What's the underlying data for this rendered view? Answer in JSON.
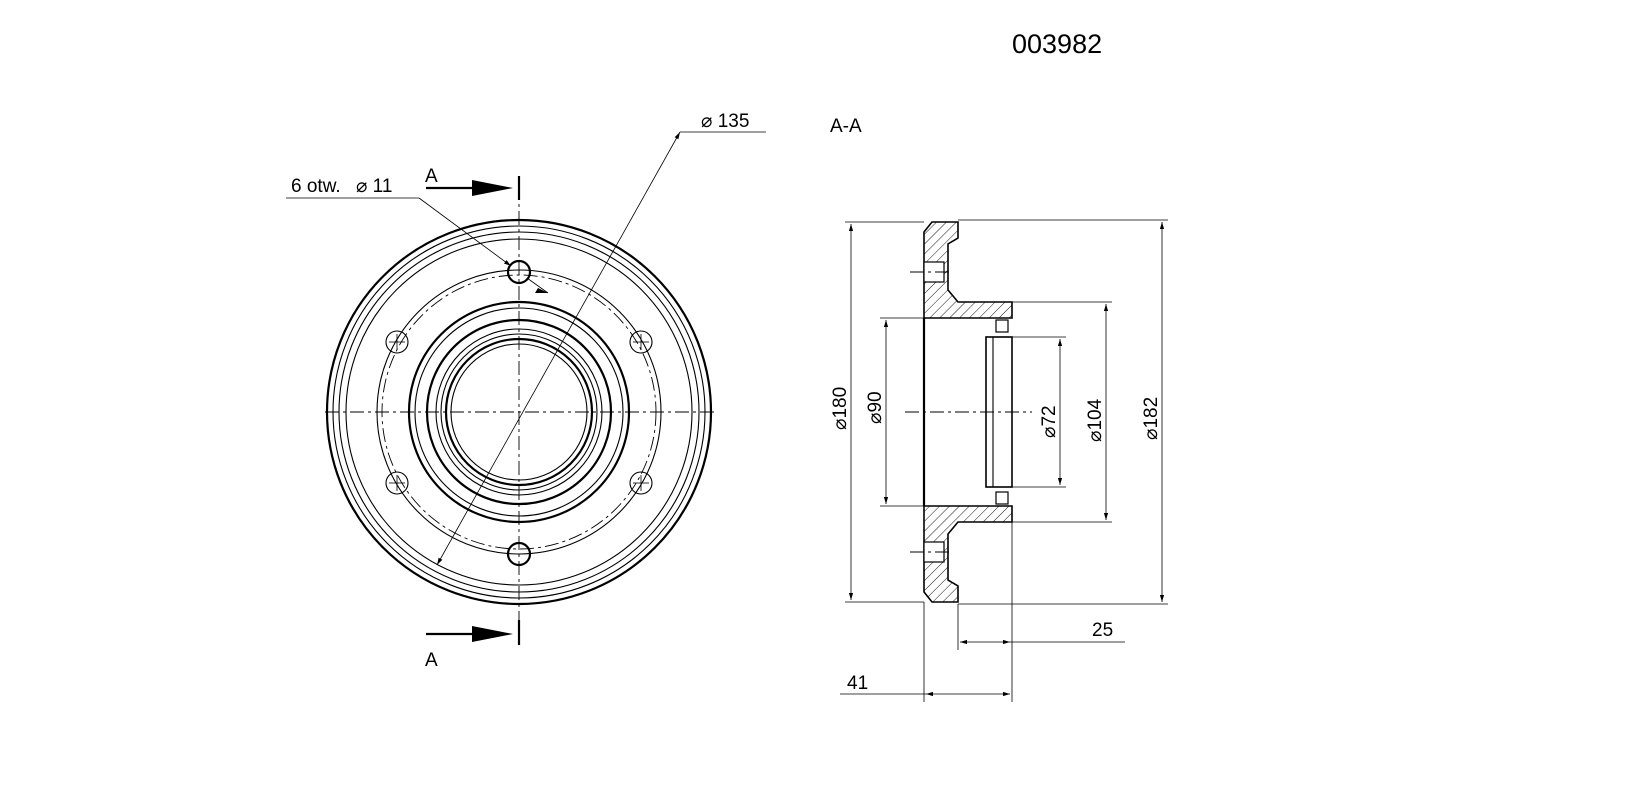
{
  "drawing_number": "003982",
  "section_title": "A-A",
  "section_marks": {
    "top": "A",
    "bottom": "A"
  },
  "holes_note": {
    "count_label": "6 otw.",
    "diameter_symbol": "⌀",
    "value": "11"
  },
  "bolt_circle": {
    "diameter_symbol": "⌀",
    "value": "135"
  },
  "section_dims": {
    "d180": "⌀180",
    "d90": "⌀90",
    "d72": "⌀72",
    "d104": "⌀104",
    "d182": "⌀182",
    "len25": "25",
    "len41": "41"
  }
}
